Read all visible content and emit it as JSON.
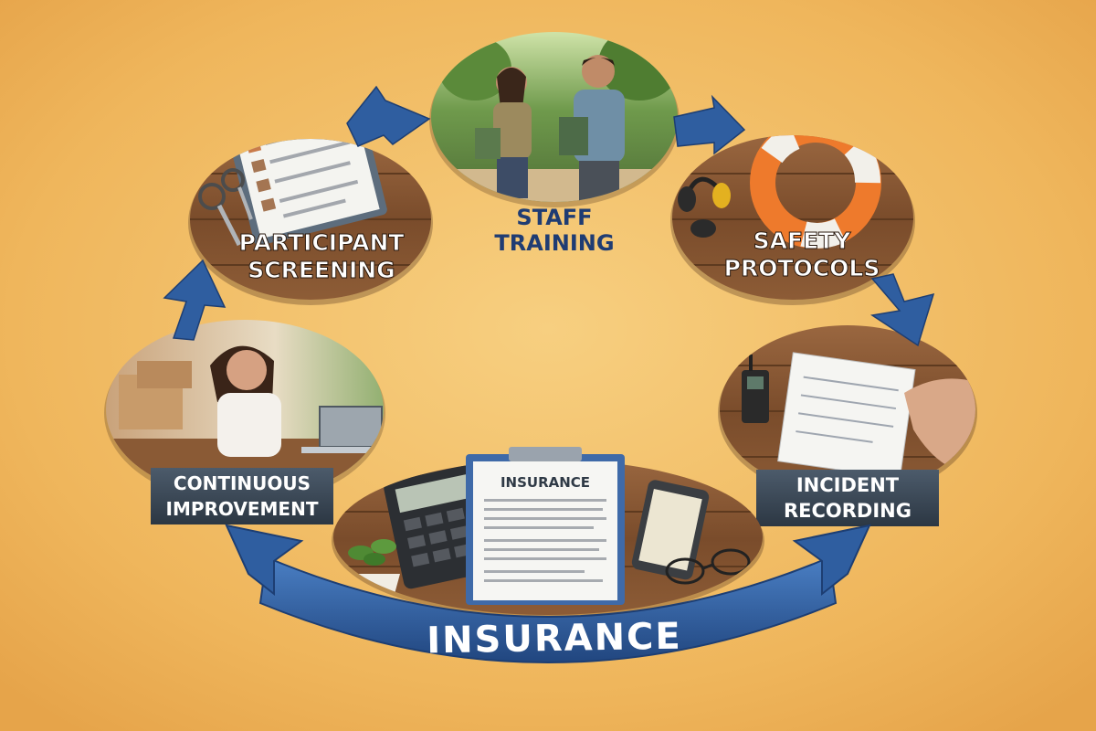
{
  "diagram": {
    "center_title": "INSURANCE",
    "clipboard_title": "INSURANCE",
    "stages": [
      {
        "line1": "PARTICIPANT",
        "line2": "SCREENING"
      },
      {
        "line1": "STAFF",
        "line2": "TRAINING"
      },
      {
        "line1": "SAFETY",
        "line2": "PROTOCOLS"
      },
      {
        "line1": "INCIDENT",
        "line2": "RECORDING"
      },
      {
        "line1": "CONTINUOUS",
        "line2": "IMPROVEMENT"
      }
    ]
  },
  "colors": {
    "background": "#f0b860",
    "arrow_blue": "#2f5ea0",
    "wood": "#8a5a35",
    "label_box": "#3d4a58",
    "training_text": "#1f3c73"
  },
  "icons": [
    "clipboard-icon",
    "scissors-icon",
    "people-icon",
    "life-ring-icon",
    "headphones-icon",
    "walkie-talkie-icon",
    "notebook-icon",
    "laptop-icon",
    "calculator-icon",
    "phone-icon",
    "glasses-icon",
    "plant-icon"
  ]
}
